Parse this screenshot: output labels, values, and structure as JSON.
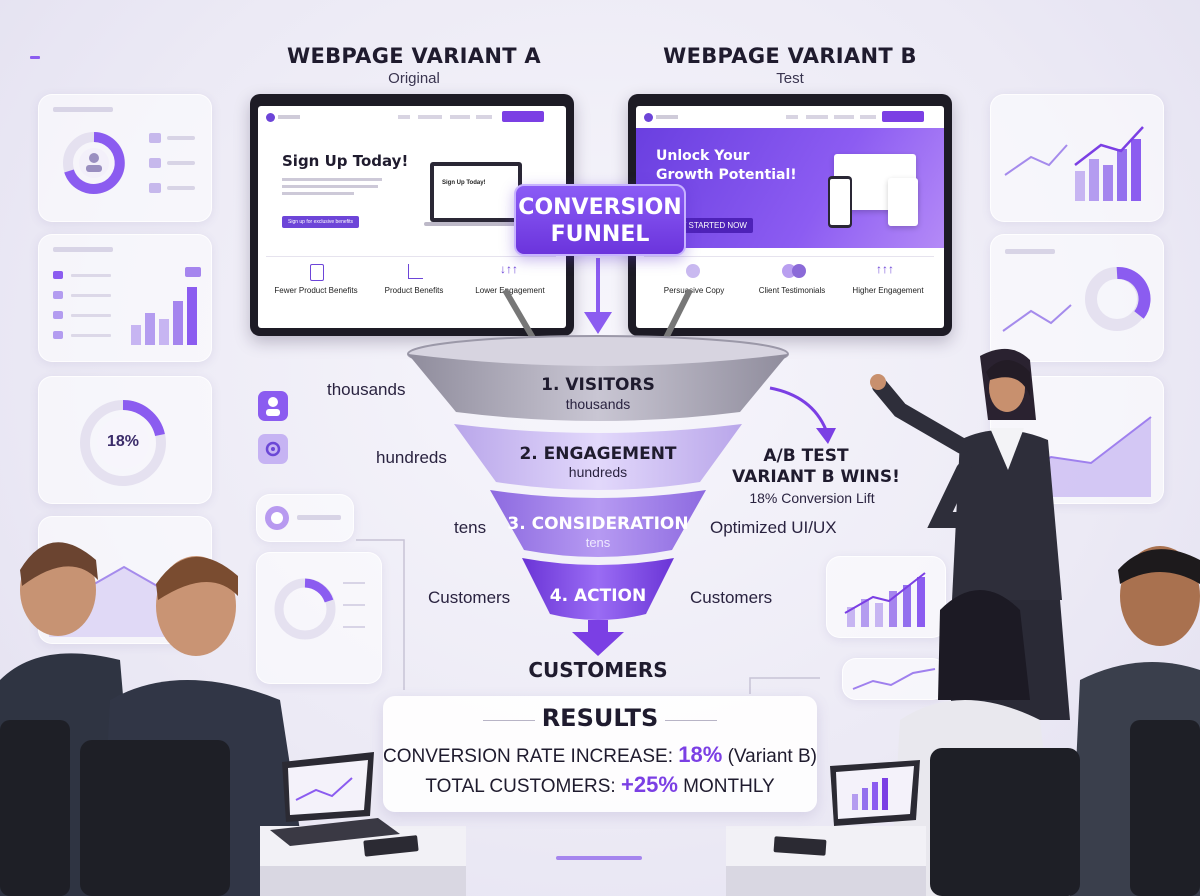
{
  "variant_a": {
    "title": "WEBPAGE VARIANT A",
    "subtitle": "Original",
    "headline": "Sign Up Today!",
    "cta": "Sign up for exclusive benefits",
    "features": [
      "Fewer Product Benefits",
      "Product Benefits",
      "Lower Engagement"
    ]
  },
  "variant_b": {
    "title": "WEBPAGE VARIANT B",
    "subtitle": "Test",
    "headline_1": "Unlock Your",
    "headline_2": "Growth Potential!",
    "cta": "GET STARTED NOW",
    "features": [
      "Persuasive Copy",
      "Client Testimonials",
      "Higher Engagement"
    ]
  },
  "funnel_badge": {
    "line1": "CONVERSION",
    "line2": "FUNNEL"
  },
  "funnel": {
    "stages": [
      {
        "name": "1. VISITORS",
        "sub": "thousands",
        "left_label": "thousands",
        "right_label": ""
      },
      {
        "name": "2. ENGAGEMENT",
        "sub": "hundreds",
        "left_label": "hundreds",
        "right_label": ""
      },
      {
        "name": "3. CONSIDERATION",
        "sub": "tens",
        "left_label": "tens",
        "right_label": "Optimized UI/UX"
      },
      {
        "name": "4. ACTION",
        "sub": "",
        "left_label": "Customers",
        "right_label": "Customers"
      }
    ],
    "output": "CUSTOMERS"
  },
  "ab_test": {
    "line1": "A/B TEST",
    "line2": "VARIANT B WINS!",
    "line3": "18% Conversion Lift"
  },
  "results": {
    "title": "RESULTS",
    "row1_label": "CONVERSION RATE INCREASE: ",
    "row1_value": "18%",
    "row1_suffix": " (Variant B)",
    "row2_label": "TOTAL CUSTOMERS: ",
    "row2_value": "+25%",
    "row2_suffix": " MONTHLY"
  },
  "dashboard": {
    "donut_value": "18%"
  },
  "colors": {
    "accent": "#7b3fe4",
    "accent_light": "#b89af0",
    "funnel_grey": "#a9a6b6"
  }
}
